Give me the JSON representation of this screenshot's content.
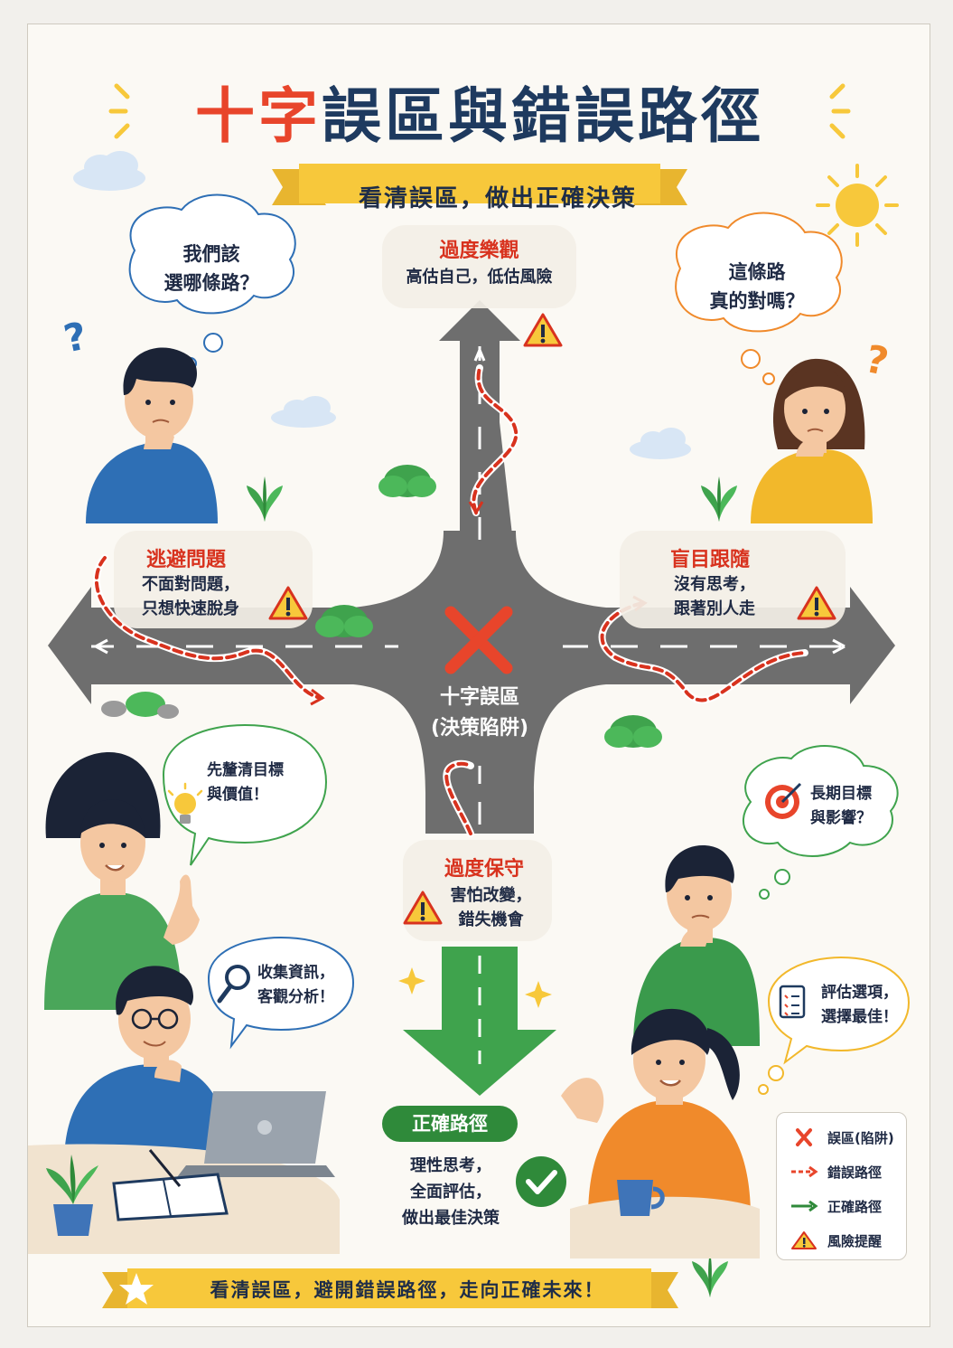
{
  "title_part1": "十字",
  "title_part2": "誤區與錯誤路徑",
  "subtitle": "看清誤區，做出正確決策",
  "thought_topleft": [
    "我們該",
    "選哪條路？"
  ],
  "thought_topright": [
    "這條路",
    "真的對嗎？"
  ],
  "traps": {
    "top": {
      "title": "過度樂觀",
      "desc": [
        "高估自己，低估風險"
      ]
    },
    "left": {
      "title": "逃避問題",
      "desc": [
        "不面對問題，",
        "只想快速脫身"
      ]
    },
    "right": {
      "title": "盲目跟隨",
      "desc": [
        "沒有思考，",
        "跟著別人走"
      ]
    },
    "bottom": {
      "title": "過度保守",
      "desc": [
        "害怕改變，",
        "錯失機會"
      ]
    }
  },
  "center": {
    "title": "十字誤區",
    "subtitle": "(決策陷阱)"
  },
  "correct": {
    "label": "正確路徑",
    "desc": [
      "理性思考，",
      "全面評估，",
      "做出最佳決策"
    ]
  },
  "advice": {
    "values": [
      "先釐清目標",
      "與價值！"
    ],
    "info": [
      "收集資訊，",
      "客觀分析！"
    ],
    "longterm": [
      "長期目標",
      "與影響？"
    ],
    "evaluate": [
      "評估選項，",
      "選擇最佳！"
    ]
  },
  "legend": [
    {
      "icon": "cross-icon",
      "label": "誤區(陷阱)"
    },
    {
      "icon": "dashed-arrow-icon",
      "label": "錯誤路徑"
    },
    {
      "icon": "green-arrow-icon",
      "label": "正確路徑"
    },
    {
      "icon": "warning-icon",
      "label": "風險提醒"
    }
  ],
  "footer": "看清誤區，避開錯誤路徑，走向正確未來！",
  "colors": {
    "red": "#e8452b",
    "navy": "#1e3a5f",
    "road": "#6e6e6e",
    "green": "#2f8a3a",
    "yellow": "#f7c83b"
  }
}
